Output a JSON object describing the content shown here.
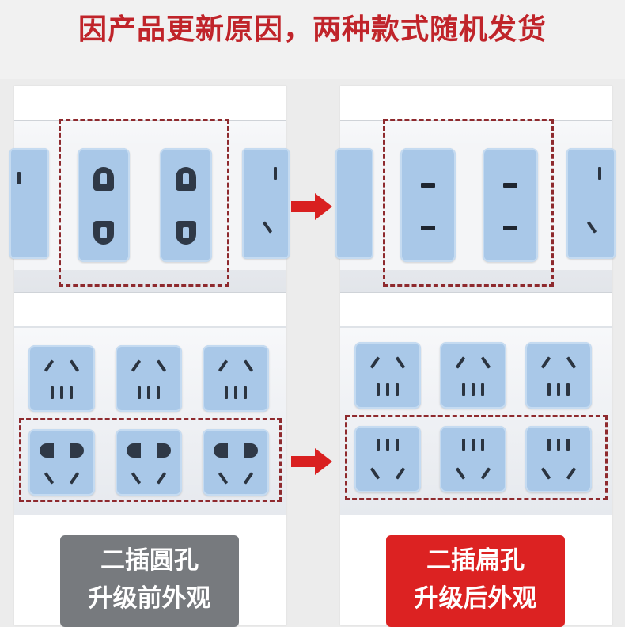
{
  "banner": {
    "text": "因产品更新原因，两种款式随机发货"
  },
  "left_panel": {
    "label_line1": "二插圆孔",
    "label_line2": "升级前外观",
    "label_color": "#777a7e"
  },
  "right_panel": {
    "label_line1": "二插扁孔",
    "label_line2": "升级后外观",
    "label_color": "#dc2222"
  },
  "colors": {
    "title_red": "#c0242a",
    "socket_blue": "#a9c8e8",
    "dash_border": "#8e2a2e",
    "arrow_red": "#d92020"
  },
  "icons": [
    "right-arrow-icon",
    "round-hole-socket-icon",
    "flat-hole-socket-icon",
    "three-pin-socket-icon"
  ]
}
